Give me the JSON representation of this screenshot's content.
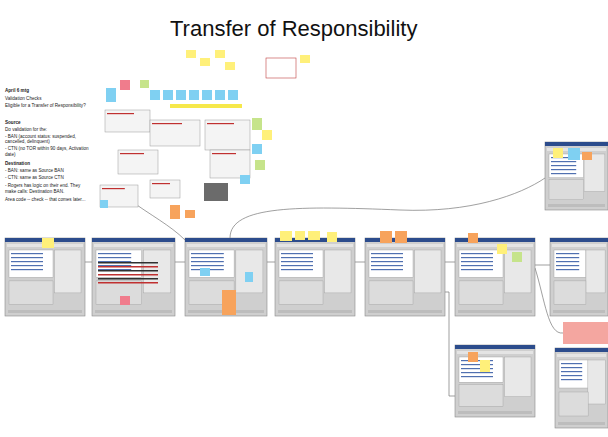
{
  "diagram": {
    "title": "Transfer of Responsibility",
    "labels": [
      "April 6 mtg",
      "Validation Checks",
      "Eligible for a Transfer of Responsibility?",
      "Source",
      "Do validation for the:",
      "- BAN (account status: suspended, cancelled, delinquent)",
      "- CTN (no TOR within 90 days, Activation date)",
      "Destination",
      "- BAN: same as Source BAN",
      "- CTN: same as Source CTN",
      "- Rogers has logic on their end. They make calls: Destination BAN.",
      "Area code -- check -- that comes later..."
    ]
  }
}
